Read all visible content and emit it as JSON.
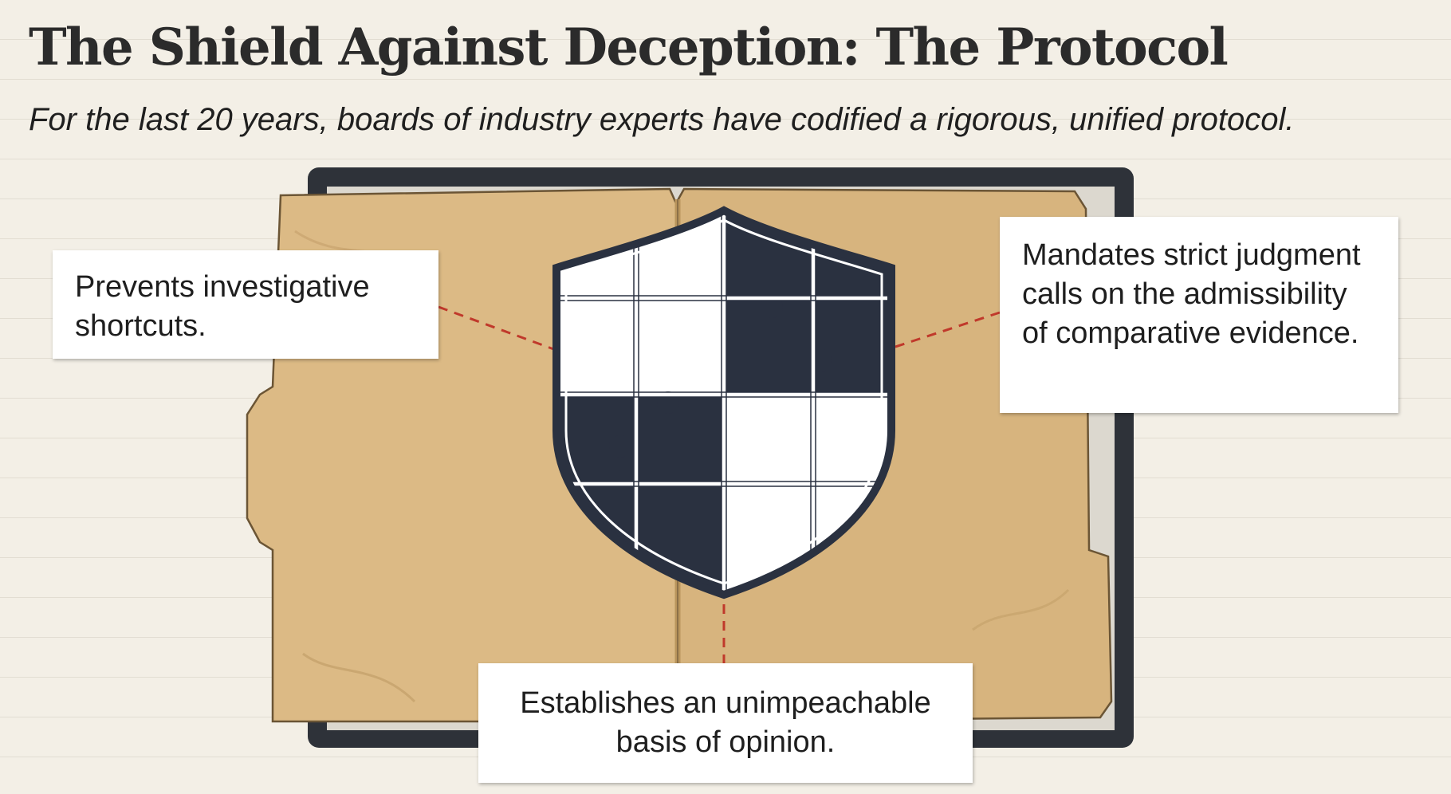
{
  "header": {
    "title": "The Shield Against Deception: The Protocol",
    "subtitle": "For the last 20 years, boards of industry experts have codified a rigorous, unified protocol."
  },
  "callouts": {
    "left": "Prevents investigative shortcuts.",
    "right": "Mandates strict judgment calls on the admissibility of comparative evidence.",
    "bottom": "Establishes an unimpeachable basis of opinion."
  },
  "colors": {
    "background": "#f3efe6",
    "folder": "#dcba85",
    "binder": "#2e3239",
    "shield_dark": "#2a3140",
    "connector": "#c0392b"
  },
  "icons": [
    "folder-icon",
    "shield-icon",
    "puzzle-piece-icon"
  ]
}
